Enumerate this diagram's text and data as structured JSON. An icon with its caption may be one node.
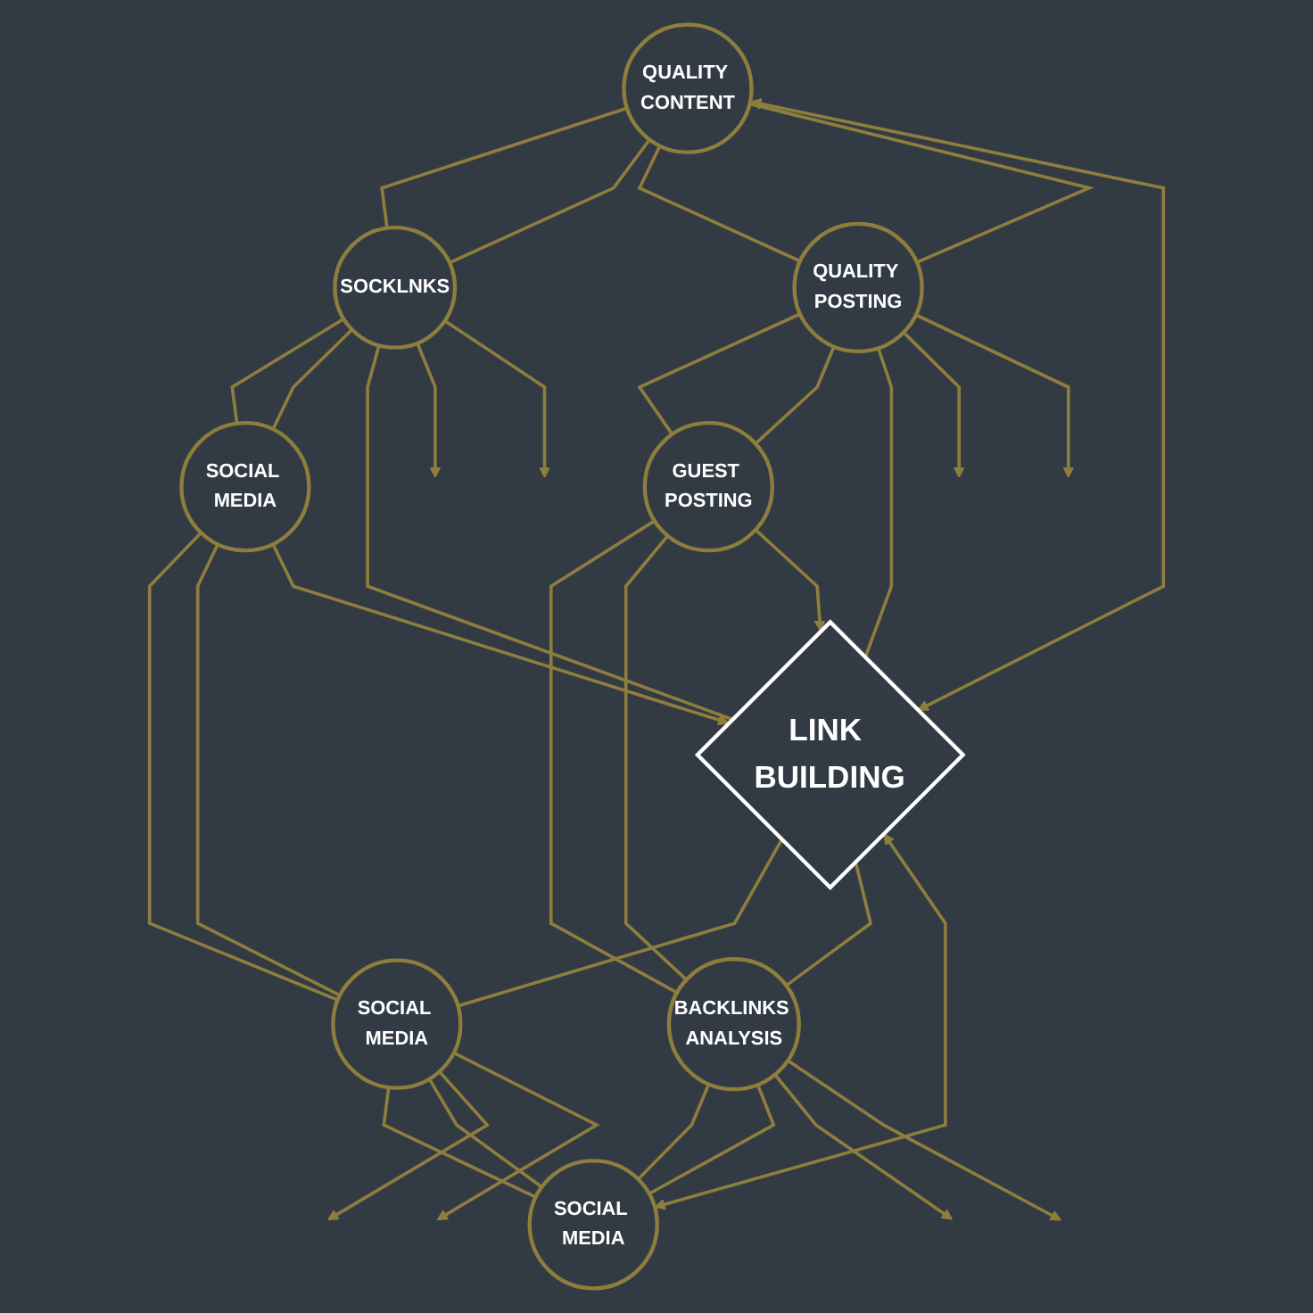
{
  "diagram": {
    "nodes": [
      {
        "text": [
          "QUALITY CONTENT"
        ]
      },
      {
        "text": [
          "SOCKLNKS"
        ]
      },
      {
        "text": [
          "QUALITY POSTING"
        ]
      },
      {
        "text": [
          "SOCIAL MEDIA"
        ]
      },
      {
        "text": [
          "LINK BUILDING"
        ]
      },
      {
        "text": [
          "GUEST POSTING"
        ]
      },
      {
        "text": [
          "SOCIAL MEDIA"
        ]
      },
      {
        "text": [
          "BACKLINKS ANALYSIS"
        ]
      },
      {
        "text": [
          "SOCIAL MEDIA"
        ]
      }
    ],
    "edges": [
      {
        "from": 0,
        "to": 1,
        "arrow": "none"
      },
      {
        "from": 0,
        "to": 1,
        "arrow": "none"
      },
      {
        "from": 0,
        "to": 2,
        "arrow": "none"
      },
      {
        "from": 0,
        "to": 2,
        "arrow": "none"
      },
      {
        "from": 1,
        "to": 3,
        "arrow": "none"
      },
      {
        "from": 1,
        "to": 3,
        "arrow": "none"
      },
      {
        "from": 2,
        "to": 5,
        "arrow": "none"
      },
      {
        "from": 2,
        "to": 5,
        "arrow": "none"
      },
      {
        "from": 3,
        "to": 6,
        "arrow": "none"
      },
      {
        "from": 3,
        "to": 6,
        "arrow": "none"
      },
      {
        "from": 5,
        "to": 7,
        "arrow": "none"
      },
      {
        "from": 5,
        "to": 7,
        "arrow": "none"
      },
      {
        "from": 6,
        "to": 8,
        "arrow": "none"
      },
      {
        "from": 6,
        "to": 8,
        "arrow": "none"
      },
      {
        "from": 7,
        "to": 8,
        "arrow": "none"
      },
      {
        "from": 7,
        "to": 8,
        "arrow": "none"
      },
      {
        "from": 0,
        "to": 4,
        "arrow": "both"
      },
      {
        "from": 1,
        "to": 4,
        "arrow": "none"
      },
      {
        "from": 2,
        "to": 4,
        "arrow": "none"
      },
      {
        "from": 3,
        "to": 4,
        "arrow": "to"
      },
      {
        "from": 5,
        "to": 4,
        "arrow": "to"
      },
      {
        "from": 4,
        "to": 6,
        "arrow": "none"
      },
      {
        "from": 4,
        "to": 7,
        "arrow": "none"
      },
      {
        "from": 4,
        "to": 8,
        "arrow": "both"
      },
      {
        "from": 1,
        "to": null,
        "arrow": "to"
      },
      {
        "from": 1,
        "to": null,
        "arrow": "to"
      },
      {
        "from": 2,
        "to": null,
        "arrow": "to"
      },
      {
        "from": 2,
        "to": null,
        "arrow": "to"
      },
      {
        "from": 6,
        "to": null,
        "arrow": "to"
      },
      {
        "from": 6,
        "to": null,
        "arrow": "to"
      },
      {
        "from": 7,
        "to": null,
        "arrow": "to"
      },
      {
        "from": 7,
        "to": null,
        "arrow": "to"
      }
    ]
  }
}
